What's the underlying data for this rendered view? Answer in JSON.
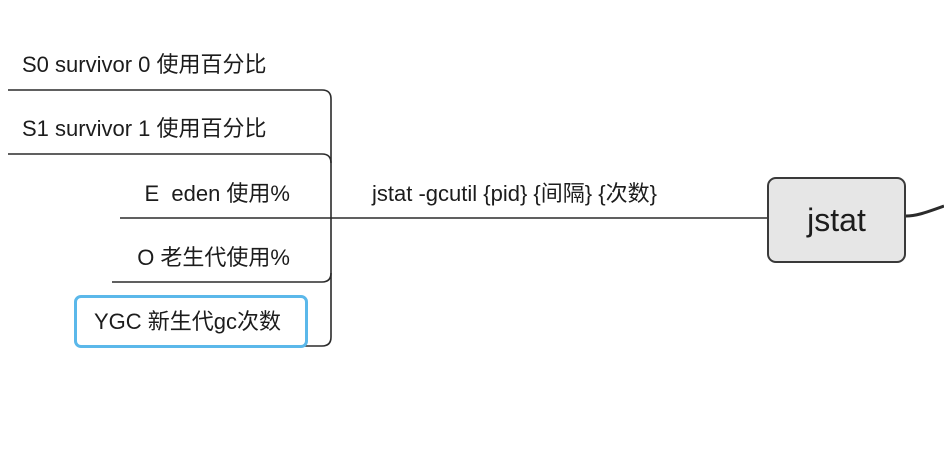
{
  "root": {
    "label": "jstat"
  },
  "edge_label": "jstat -gcutil {pid} {间隔} {次数}",
  "topics": [
    {
      "id": "s0",
      "label": "S0 survivor 0 使用百分比"
    },
    {
      "id": "s1",
      "label": "S1 survivor 1 使用百分比"
    },
    {
      "id": "e",
      "label": "E  eden 使用%"
    },
    {
      "id": "o",
      "label": "O 老生代使用%"
    },
    {
      "id": "ygc",
      "label": "YGC 新生代gc次数",
      "selected": true
    }
  ],
  "colors": {
    "line": "#2b2b2b",
    "root_fill": "#e6e6e6",
    "selection": "#5bb8ea"
  }
}
